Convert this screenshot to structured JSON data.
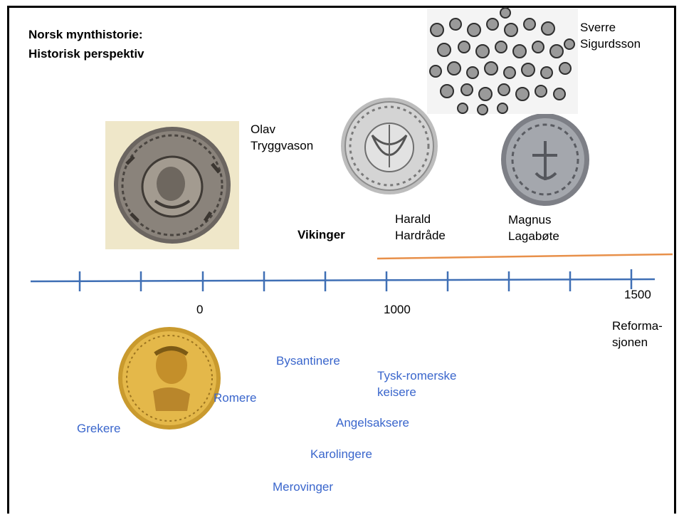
{
  "title": {
    "line1": "Norsk mynthistorie:",
    "line2": "Historisk perspektiv"
  },
  "rulers": {
    "olav": {
      "line1": "Olav",
      "line2": "Tryggvason"
    },
    "harald": {
      "line1": "Harald",
      "line2": "Hardråde"
    },
    "magnus": {
      "line1": "Magnus",
      "line2": "Lagabøte"
    },
    "sverre": {
      "line1": "Sverre",
      "line2": "Sigurdsson"
    }
  },
  "era_label": "Vikinger",
  "timeline": {
    "tick_labels": [
      "0",
      "1000",
      "1500"
    ],
    "reformation": {
      "line1": "Reforma-",
      "line2": "sjonen"
    }
  },
  "civilizations": {
    "grekere": "Grekere",
    "romere": "Romere",
    "bysantinere": "Bysantinere",
    "tysk_romerske": {
      "line1": "Tysk-romerske",
      "line2": "keisere"
    },
    "angelsaksere": "Angelsaksere",
    "karolingere": "Karolingere",
    "merovinger": "Merovinger"
  },
  "colors": {
    "timeline": "#3f6fb5",
    "norway_bar": "#e8904a",
    "civilization_text": "#3a66cc"
  },
  "images": [
    "olav-tryggvason-coin",
    "harald-hardrade-coin",
    "magnus-lagabote-coin",
    "sverre-coins-plate",
    "roman-gold-aureus"
  ]
}
